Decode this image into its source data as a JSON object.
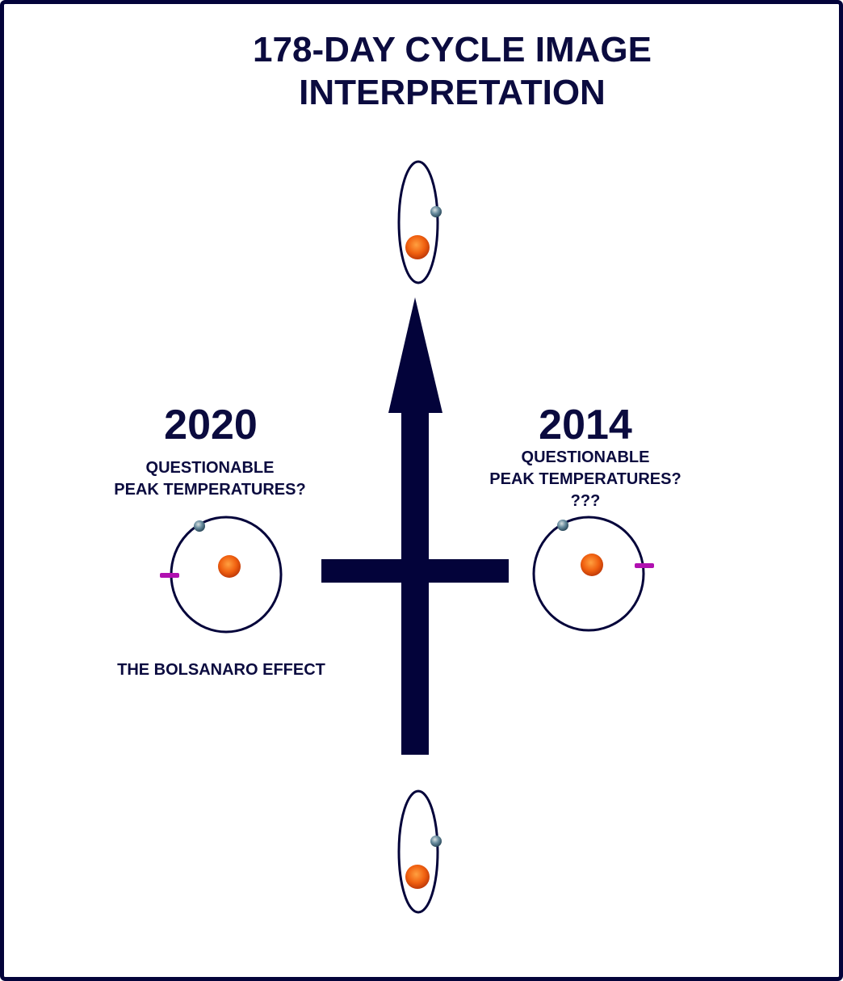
{
  "title": [
    "178-DAY CYCLE IMAGE",
    "INTERPRETATION"
  ],
  "left": {
    "year": "2020",
    "lines": [
      "QUESTIONABLE",
      "PEAK TEMPERATURES?"
    ],
    "caption": "THE BOLSANARO EFFECT"
  },
  "right": {
    "year": "2014",
    "lines": [
      "QUESTIONABLE",
      "PEAK TEMPERATURES?",
      "???"
    ]
  },
  "colors": {
    "navy": "#03033a",
    "sun": "#f06010",
    "marker": "#b010b0",
    "planet": "#4a7a90"
  }
}
